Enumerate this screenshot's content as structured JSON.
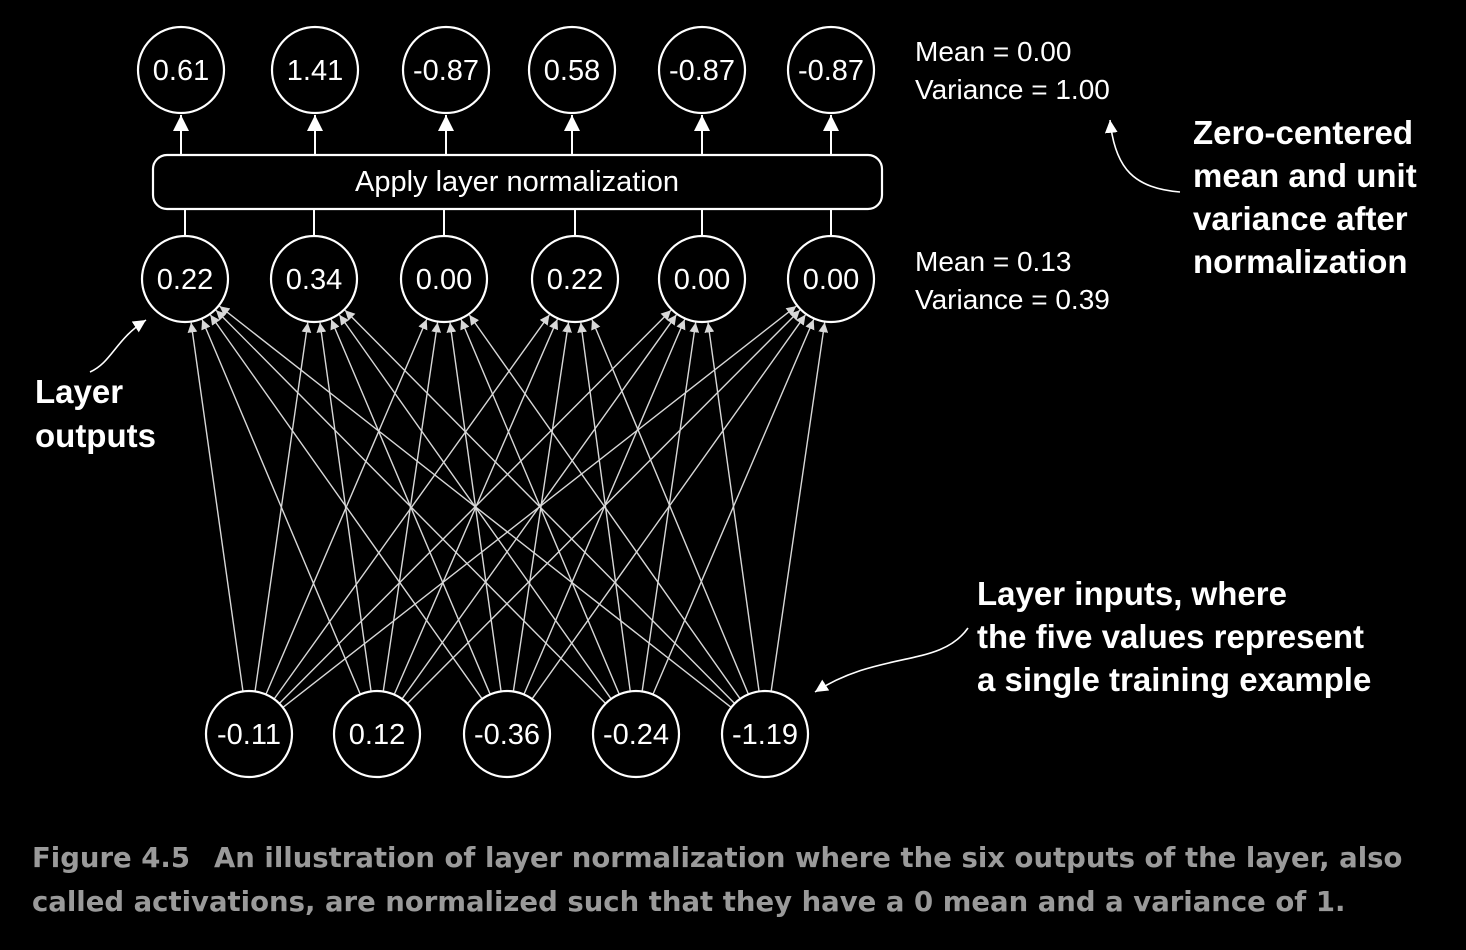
{
  "diagram": {
    "input_nodes": [
      "-0.11",
      "0.12",
      "-0.36",
      "-0.24",
      "-1.19"
    ],
    "output_nodes": [
      "0.22",
      "0.34",
      "0.00",
      "0.22",
      "0.00",
      "0.00"
    ],
    "normalized_nodes": [
      "0.61",
      "1.41",
      "-0.87",
      "0.58",
      "-0.87",
      "-0.87"
    ],
    "norm_box_label": "Apply layer normalization",
    "stats_after": {
      "mean": "Mean = 0.00",
      "variance": "Variance = 1.00"
    },
    "stats_before": {
      "mean": "Mean = 0.13",
      "variance": "Variance = 0.39"
    },
    "annotations": {
      "zero_centered": [
        "Zero-centered",
        "mean and unit",
        "variance after",
        "normalization"
      ],
      "layer_outputs": [
        "Layer",
        "outputs"
      ],
      "layer_inputs": [
        "Layer inputs, where",
        "the five values represent",
        "a single training example"
      ]
    }
  },
  "caption": {
    "number": "Figure 4.5",
    "text": "An illustration of layer normalization where the six outputs of the layer, also called activations, are normalized such that they have a 0 mean and a variance of 1."
  },
  "colors": {
    "background": "#000000",
    "stroke": "#ffffff",
    "edge": "#d8d8d8",
    "caption": "#9a9a9a"
  }
}
